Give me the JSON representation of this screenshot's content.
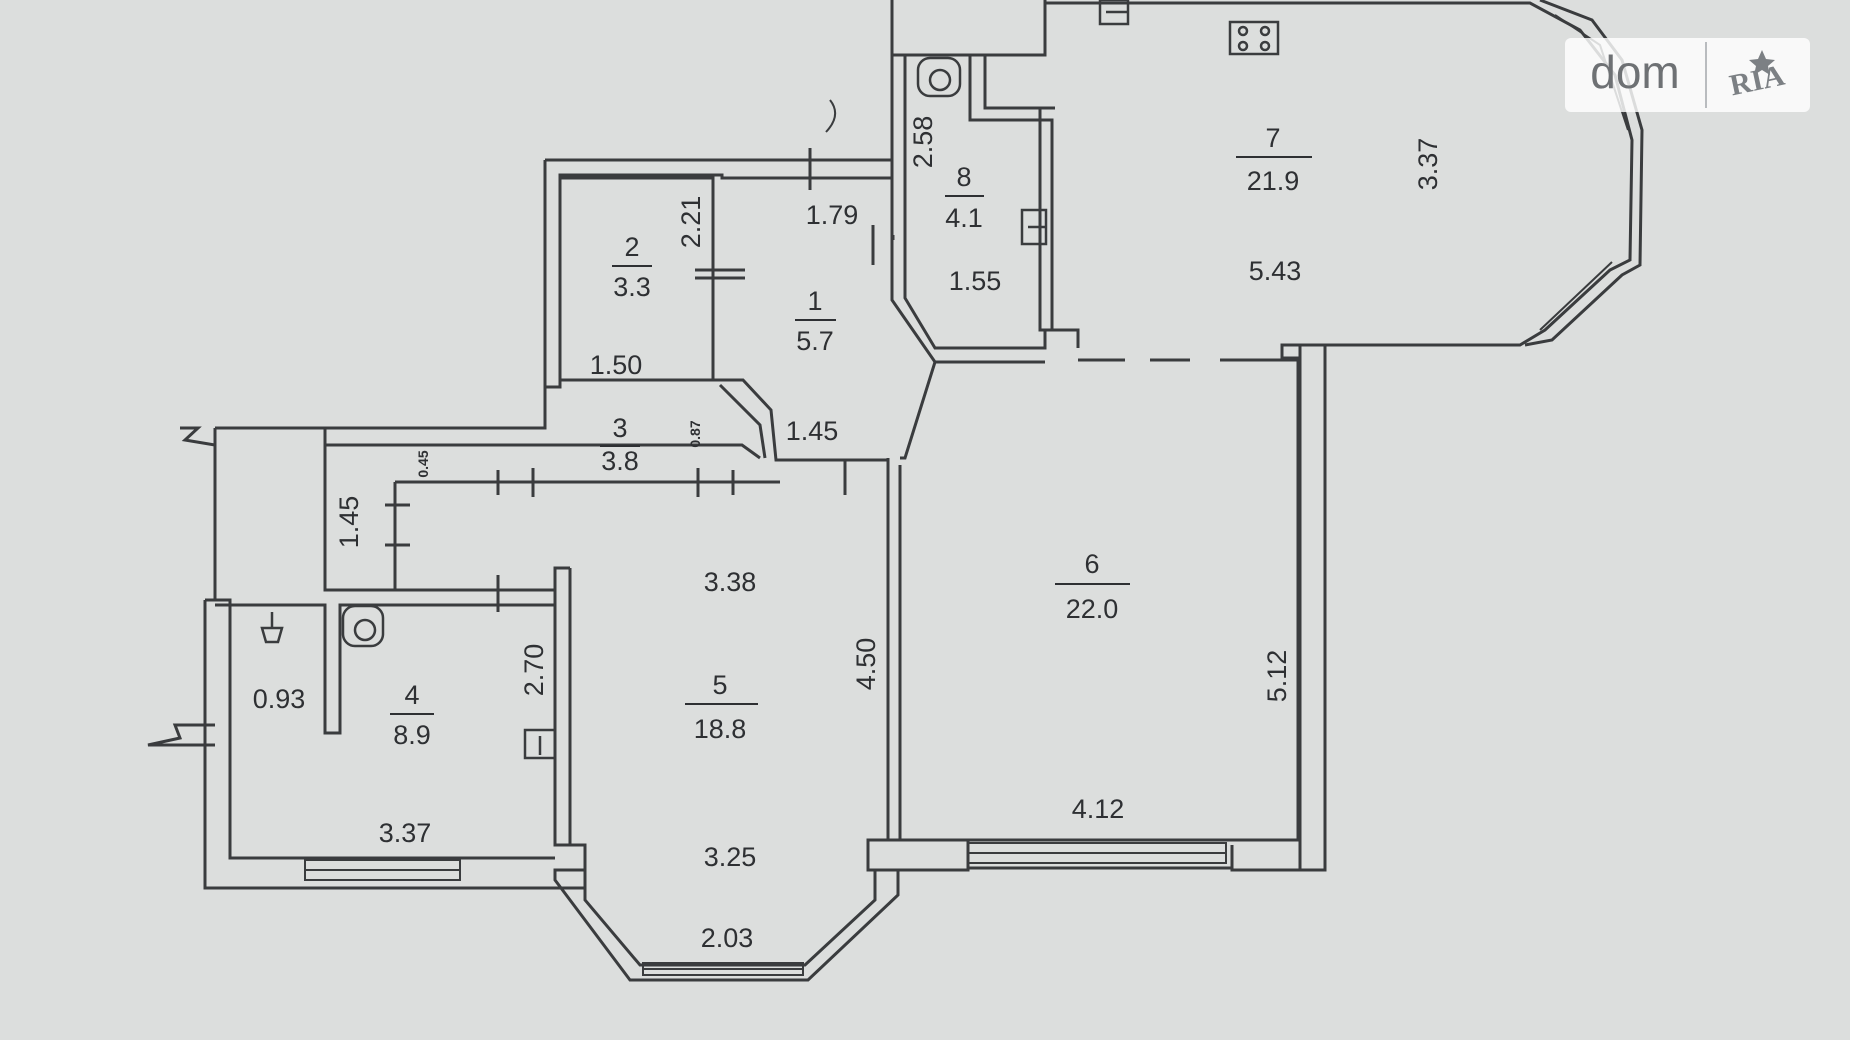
{
  "rooms": [
    {
      "id": "1",
      "number": "1",
      "area": "5.7"
    },
    {
      "id": "2",
      "number": "2",
      "area": "3.3"
    },
    {
      "id": "3",
      "number": "3",
      "area": "3.8"
    },
    {
      "id": "4",
      "number": "4",
      "area": "8.9"
    },
    {
      "id": "5",
      "number": "5",
      "area": "18.8"
    },
    {
      "id": "6",
      "number": "6",
      "area": "22.0"
    },
    {
      "id": "7",
      "number": "7",
      "area": "21.9"
    },
    {
      "id": "8",
      "number": "8",
      "area": "4.1"
    }
  ],
  "dimensions": {
    "d_179": "1.79",
    "d_221": "2.21",
    "d_150": "1.50",
    "d_145_corr": "1.45",
    "d_087": "0.87",
    "d_045": "0.45",
    "d_145_side": "1.45",
    "d_258": "2.58",
    "d_155": "1.55",
    "d_543": "5.43",
    "d_337_kitchen": "3.37",
    "d_338": "3.38",
    "d_450": "4.50",
    "d_325": "3.25",
    "d_203": "2.03",
    "d_093": "0.93",
    "d_270": "2.70",
    "d_337_room4": "3.37",
    "d_512": "5.12",
    "d_412": "4.12"
  },
  "watermark": {
    "brand": "dom",
    "badge": "RIA"
  }
}
